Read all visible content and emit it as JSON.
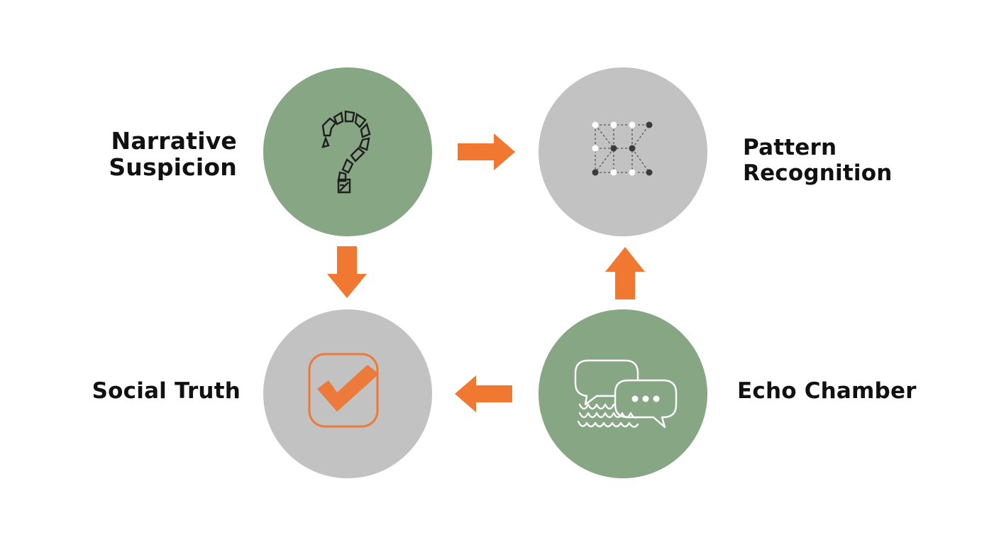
{
  "diagram": {
    "nodes": [
      {
        "id": "narrative",
        "label_lines": [
          "Narrative",
          "Suspicion"
        ],
        "icon": "question-mark-icon",
        "color": "#86a684"
      },
      {
        "id": "pattern",
        "label_lines": [
          "Pattern",
          "Recognition"
        ],
        "icon": "network-nodes-icon",
        "color": "#c2c2c2"
      },
      {
        "id": "echo",
        "label_lines": [
          "Echo Chamber"
        ],
        "icon": "chat-bubbles-icon",
        "color": "#86a684"
      },
      {
        "id": "social",
        "label_lines": [
          "Social Truth"
        ],
        "icon": "checkmark-box-icon",
        "color": "#c2c2c2"
      }
    ],
    "edges": [
      {
        "from": "narrative",
        "to": "pattern"
      },
      {
        "from": "narrative",
        "to": "social"
      },
      {
        "from": "echo",
        "to": "pattern"
      },
      {
        "from": "echo",
        "to": "social"
      }
    ],
    "colors": {
      "arrow": "#f07830",
      "green": "#86a684",
      "grey": "#c2c2c2",
      "check": "#ec7a3a"
    }
  }
}
